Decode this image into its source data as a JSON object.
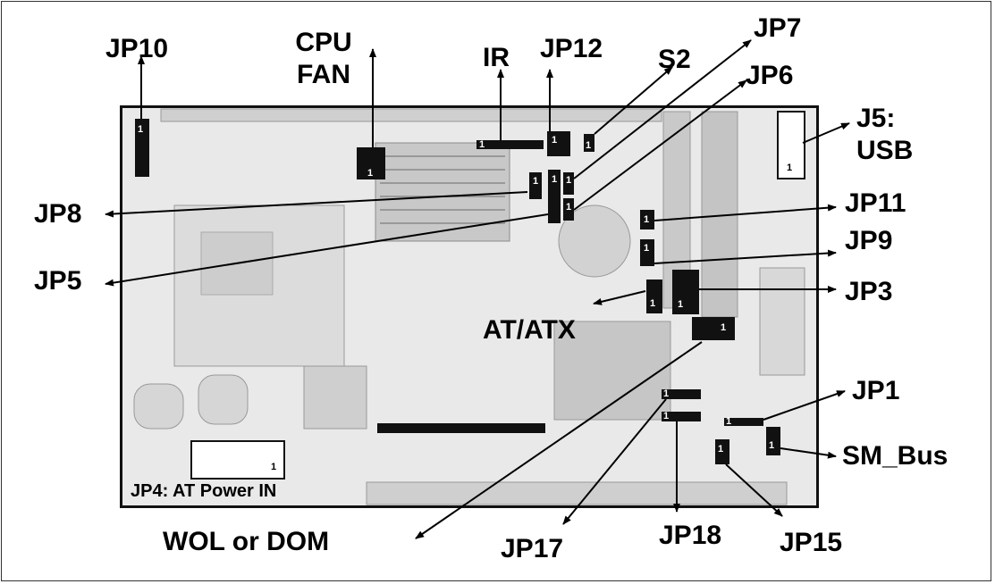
{
  "labels": {
    "jp10": "JP10",
    "cpu_fan_line1": "CPU",
    "cpu_fan_line2": "FAN",
    "ir": "IR",
    "jp12": "JP12",
    "s2": "S2",
    "jp7": "JP7",
    "jp6": "JP6",
    "j5_line1": "J5:",
    "j5_line2": "USB",
    "jp8": "JP8",
    "jp11": "JP11",
    "jp9": "JP9",
    "jp5": "JP5",
    "jp3": "JP3",
    "at_atx": "AT/ATX",
    "jp1": "JP1",
    "sm_bus": "SM_Bus",
    "wol_dom": "WOL or DOM",
    "jp17": "JP17",
    "jp18": "JP18",
    "jp15": "JP15",
    "jp4": "JP4: AT Power IN"
  },
  "pin_marker": "1",
  "colors": {
    "board_bg": "#e9e9e9",
    "connector": "#111111",
    "arrow": "#000000"
  }
}
